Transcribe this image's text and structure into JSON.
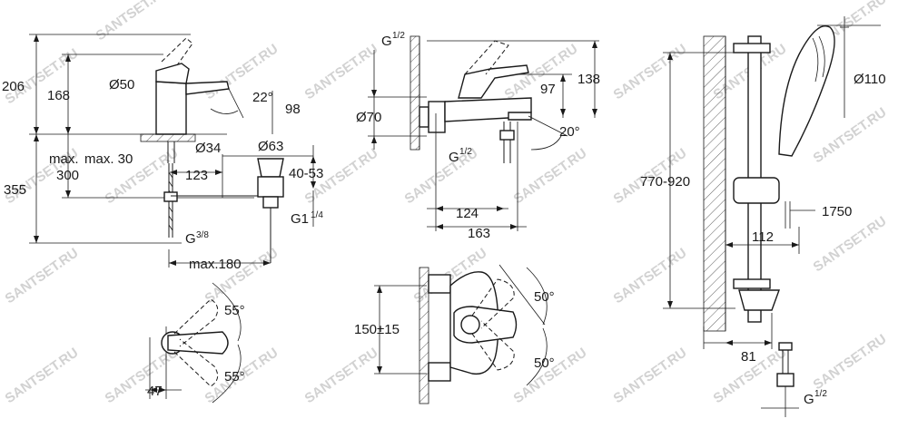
{
  "watermark": "SANTSET.RU",
  "basin_mixer": {
    "height_total": "206",
    "height_spout": "168",
    "diameter_body": "Ø50",
    "spout_angle": "22°",
    "spout_reach": "98",
    "diameter_base": "Ø34",
    "max_deck_line1": "max.",
    "max_deck_value": "max. 30",
    "depth_300": "300",
    "depth_355": "355",
    "offset_123": "123",
    "diameter_waste": "Ø63",
    "waste_range": "40-53",
    "waste_thread": "G1",
    "waste_thread_frac": "1/4",
    "hose_thread": "G",
    "hose_thread_frac": "3/8",
    "max_180": "max.180",
    "lever_angle_up": "55°",
    "lever_angle_down": "55°",
    "lever_offset": "47"
  },
  "bath_mixer": {
    "thread_top": "G",
    "thread_top_frac": "1/2",
    "height_97": "97",
    "height_138": "138",
    "diameter_rosette": "Ø70",
    "spout_angle": "20°",
    "thread_bottom": "G",
    "thread_bottom_frac": "1/2",
    "depth_124": "124",
    "depth_163": "163",
    "centres": "150±15",
    "lever_angle_up": "50°",
    "lever_angle_down": "50°"
  },
  "shower_set": {
    "head_diameter": "Ø110",
    "rail_range": "770-920",
    "hose_length": "1750",
    "offset_112": "112",
    "offset_81": "81",
    "thread": "G",
    "thread_frac": "1/2"
  }
}
